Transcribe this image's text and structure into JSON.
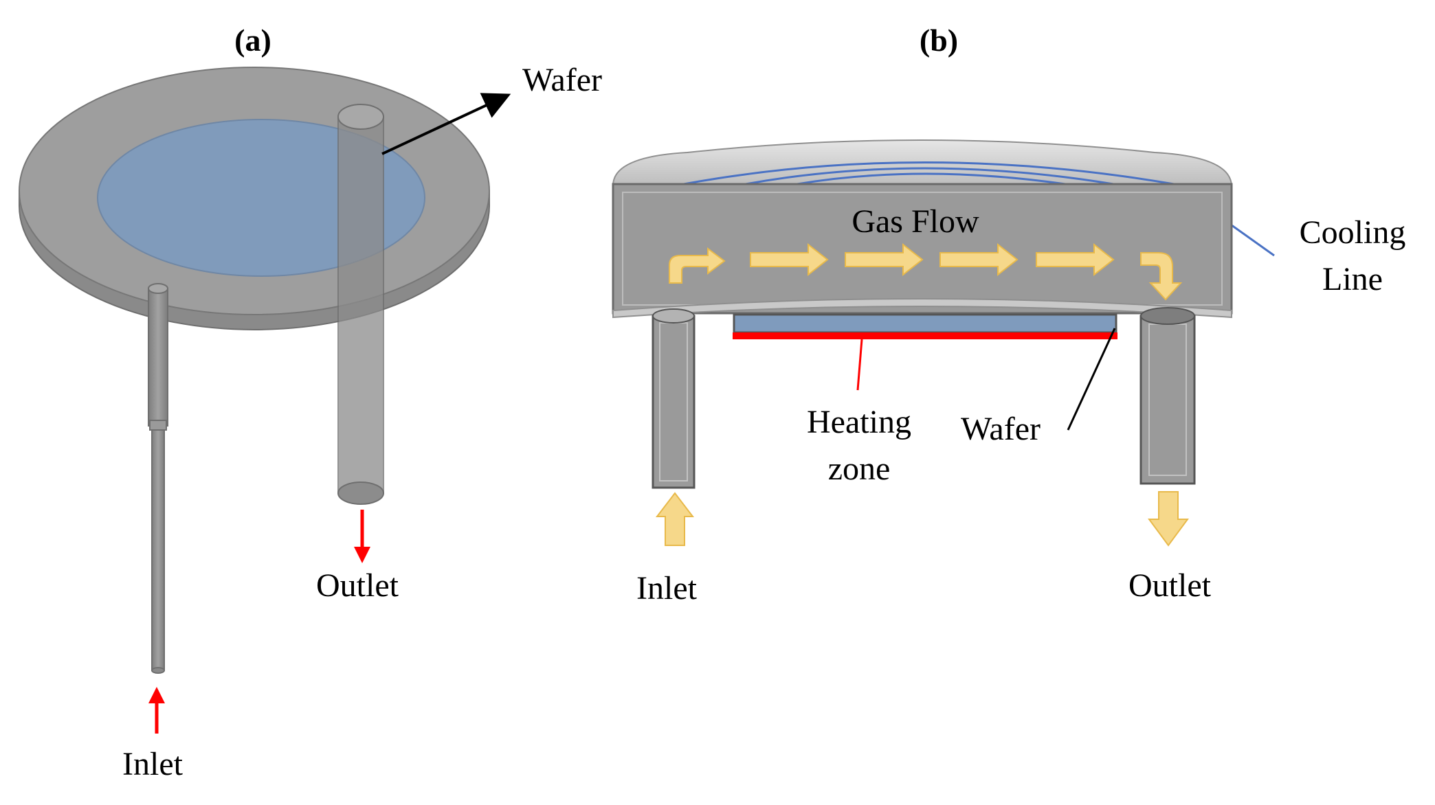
{
  "panel_a": {
    "label": "(a)",
    "wafer_label": "Wafer",
    "outlet_label": "Outlet",
    "inlet_label": "Inlet"
  },
  "panel_b": {
    "label": "(b)",
    "gas_flow_label": "Gas Flow",
    "cooling_line_label_1": "Cooling",
    "cooling_line_label_2": "Line",
    "heating_zone_label_1": "Heating",
    "heating_zone_label_2": "zone",
    "wafer_label": "Wafer",
    "inlet_label": "Inlet",
    "outlet_label": "Outlet"
  },
  "colors": {
    "chamber_gray": "#9a9a9a",
    "wafer_blue": "#7f9bbd",
    "flow_arrow_yellow": "#f6d88a",
    "heater_red": "#ff0000",
    "arrow_red": "#ff0000",
    "cooling_line_blue": "#4a72c4"
  }
}
